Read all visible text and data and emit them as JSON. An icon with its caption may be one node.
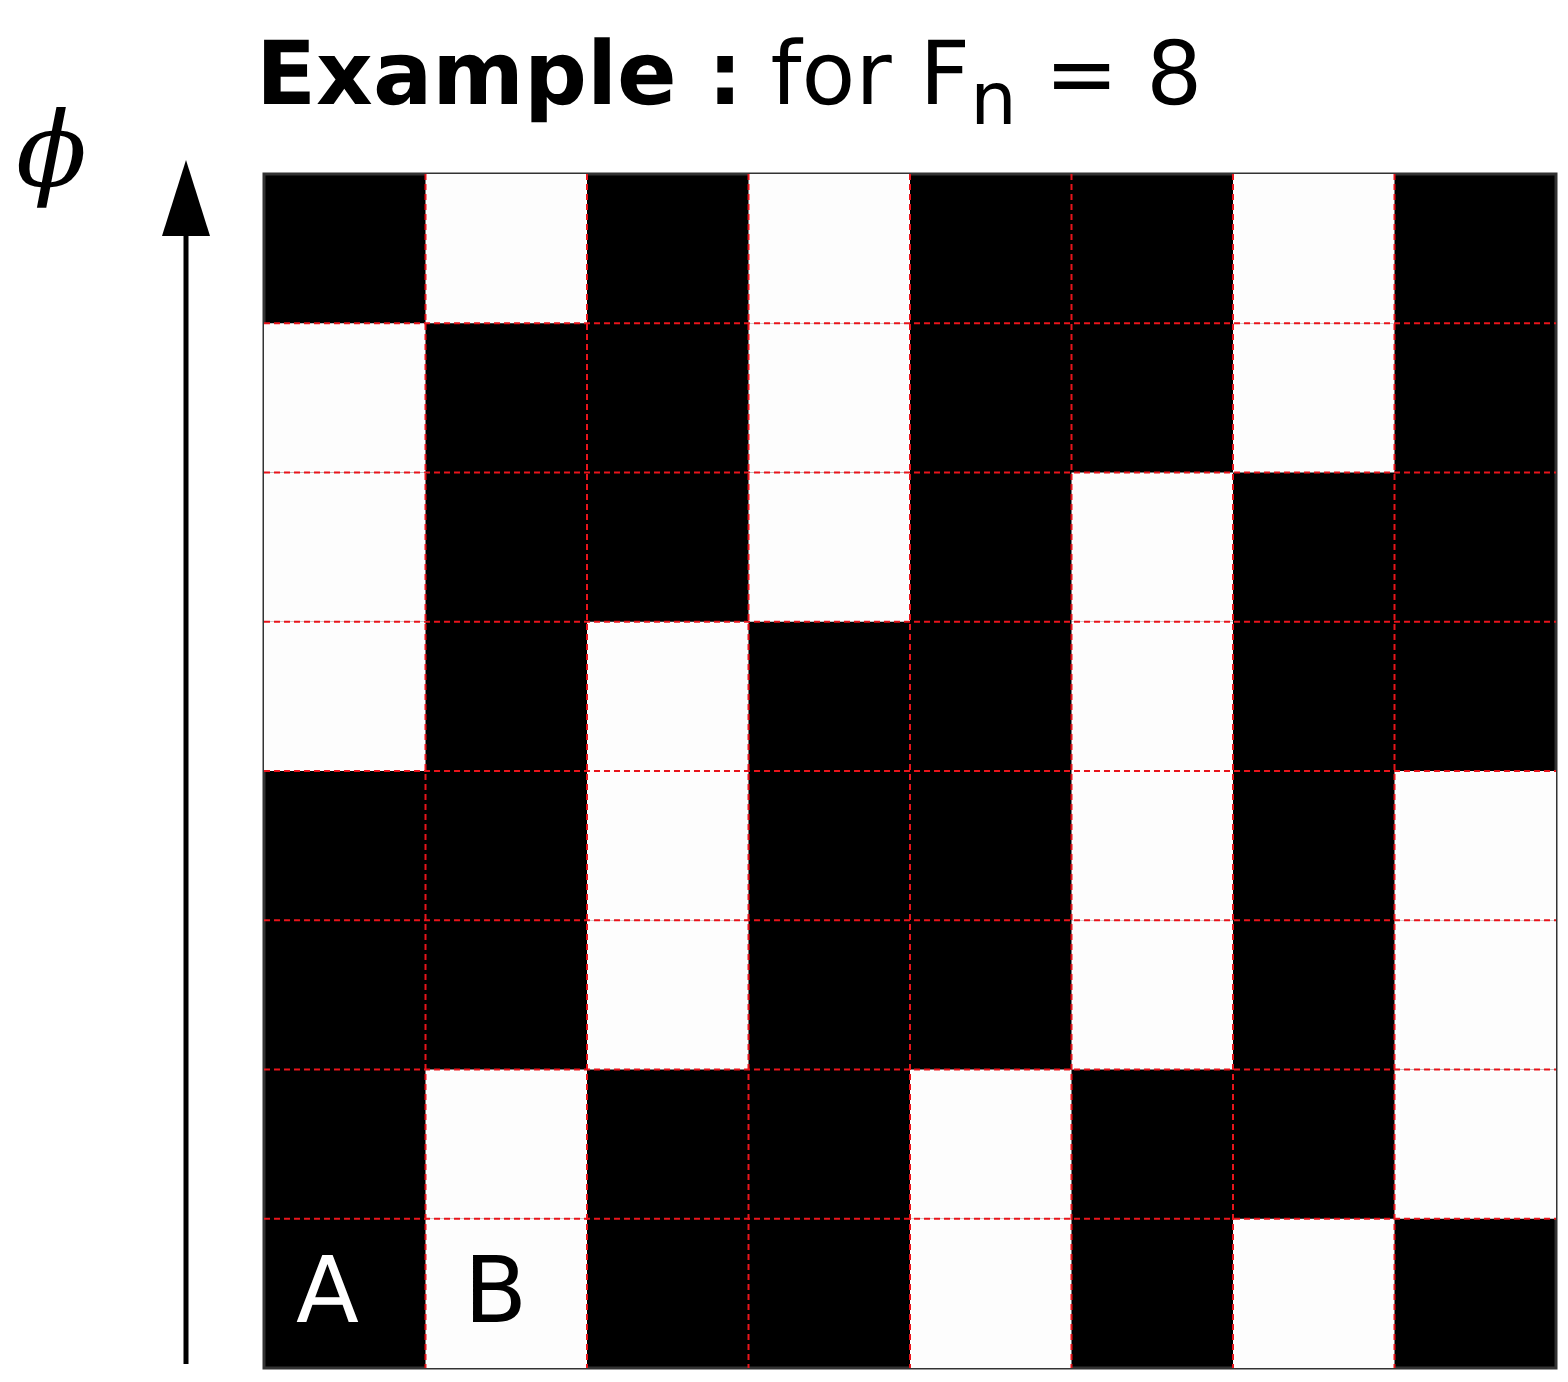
{
  "diagram": {
    "title": "**Example :**  for F$_{n}$ = 8",
    "labels": [
      "ϕ",
      "A",
      "B"
    ]
  }
}
